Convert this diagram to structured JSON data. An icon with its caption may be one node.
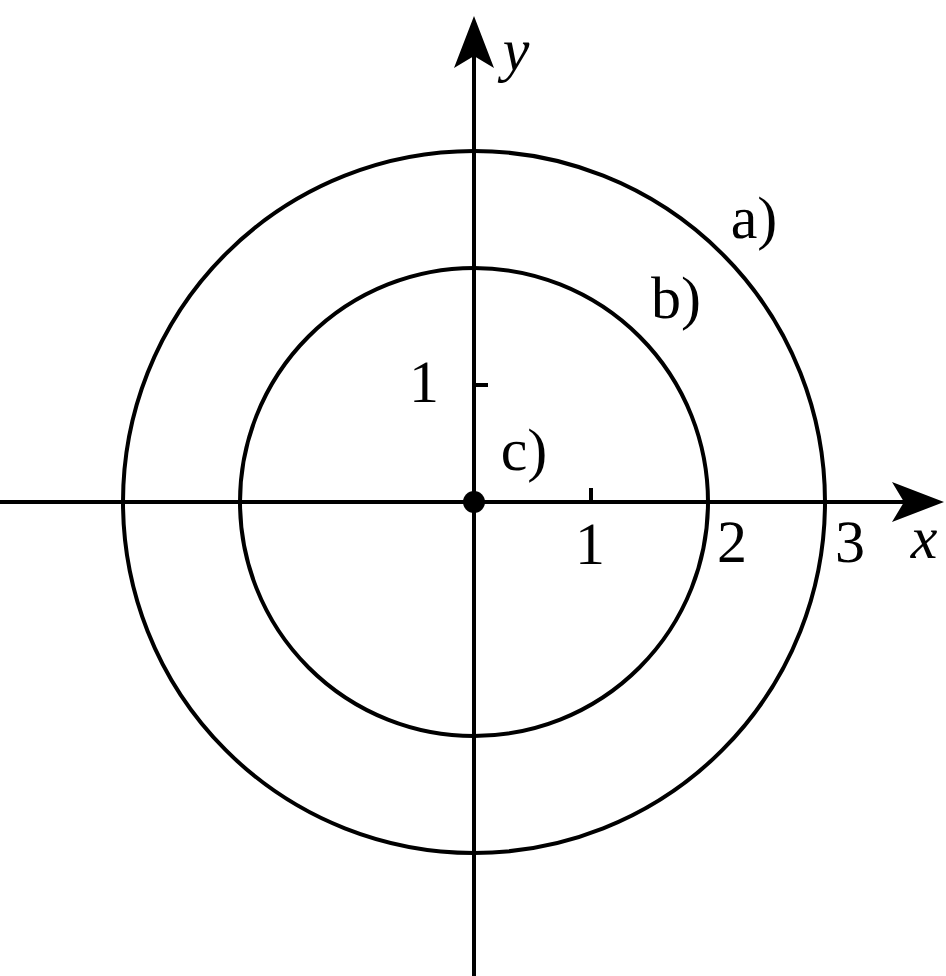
{
  "diagram": {
    "labels": [
      "y",
      "x",
      "1",
      "1",
      "2",
      "3",
      "a)",
      "b)",
      "c)"
    ]
  }
}
